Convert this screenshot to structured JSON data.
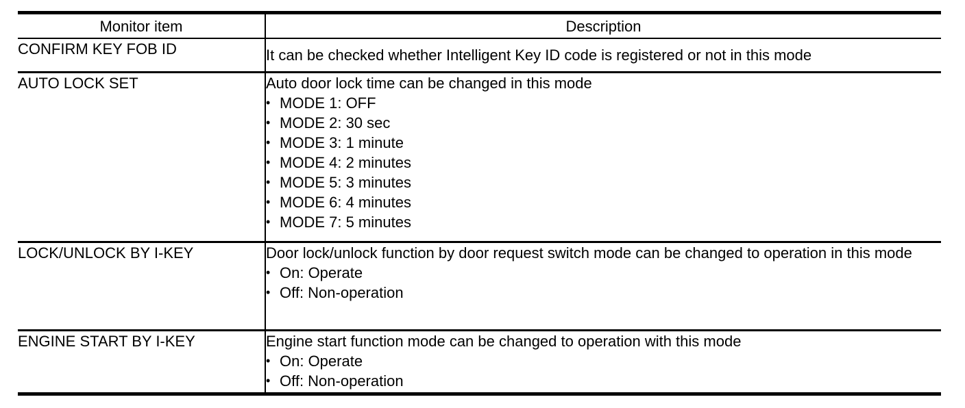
{
  "table": {
    "bullet_char": "•",
    "colors": {
      "border": "#000000",
      "text": "#000000",
      "background": "#ffffff"
    },
    "columns": [
      {
        "label": "Monitor item"
      },
      {
        "label": "Description"
      }
    ],
    "rows": [
      {
        "monitor_item": "CONFIRM KEY FOB ID",
        "description": "It can be checked whether Intelligent Key ID code is registered or not in this mode",
        "bullets": []
      },
      {
        "monitor_item": "AUTO LOCK SET",
        "description": "Auto door lock time can be changed in this mode",
        "bullets": [
          "MODE 1: OFF",
          "MODE 2: 30 sec",
          "MODE 3: 1 minute",
          "MODE 4: 2 minutes",
          "MODE 5: 3 minutes",
          "MODE 6: 4 minutes",
          "MODE 7: 5 minutes"
        ]
      },
      {
        "monitor_item": "LOCK/UNLOCK BY I-KEY",
        "description": "Door lock/unlock function by door request switch mode can be changed to operation in this mode",
        "bullets": [
          "On: Operate",
          "Off: Non-operation"
        ]
      },
      {
        "monitor_item": "ENGINE START BY I-KEY",
        "description": "Engine start function mode can be changed to operation with this mode",
        "bullets": [
          "On: Operate",
          "Off: Non-operation"
        ]
      }
    ]
  }
}
